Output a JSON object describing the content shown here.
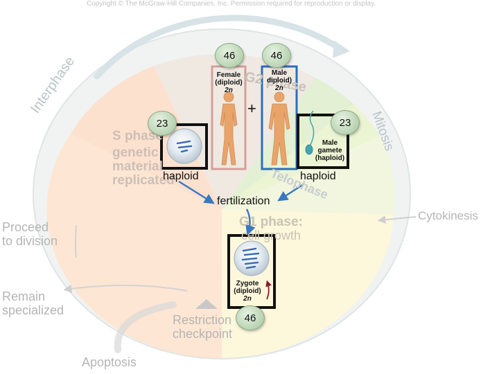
{
  "copyright": "Copyright © The McGraw-Hill Companies, Inc. Permission required for reproduction or display.",
  "cycle": {
    "interphase": "Interphase",
    "mitosis": "Mitosis",
    "cytokinesis": "Cytokinesis",
    "s_phase": [
      "S phase",
      "genetic",
      "material",
      "replicated"
    ],
    "g2_phase": "G2 phase",
    "g1_phase": [
      "G1 phase:",
      "cell growth"
    ],
    "telophase": "Telophase",
    "restriction": [
      "Restriction",
      "checkpoint"
    ],
    "proceed": [
      "Proceed",
      "to division"
    ],
    "remain": [
      "Remain",
      "specialized"
    ],
    "apoptosis": "Apoptosis"
  },
  "female": {
    "count": "46",
    "label": [
      "Female",
      "(diploid)",
      "2n"
    ],
    "border_color": "#d4a09a"
  },
  "male": {
    "count": "46",
    "label": [
      "Male",
      "diploid)",
      "2n"
    ],
    "border_color": "#2f6db5"
  },
  "plus": "+",
  "egg": {
    "count": "23",
    "caption": "haploid"
  },
  "sperm": {
    "count": "23",
    "label": [
      "Male",
      "gamete",
      "(haploid)"
    ],
    "caption": "haploid"
  },
  "fertilization": "fertilization",
  "zygote": {
    "label": [
      "Zygote",
      "(diploid)",
      "2n"
    ],
    "count": "46"
  },
  "colors": {
    "arrow": "#3a78c0",
    "figure": "#e9a46a",
    "cell": "#dfe6ec"
  }
}
